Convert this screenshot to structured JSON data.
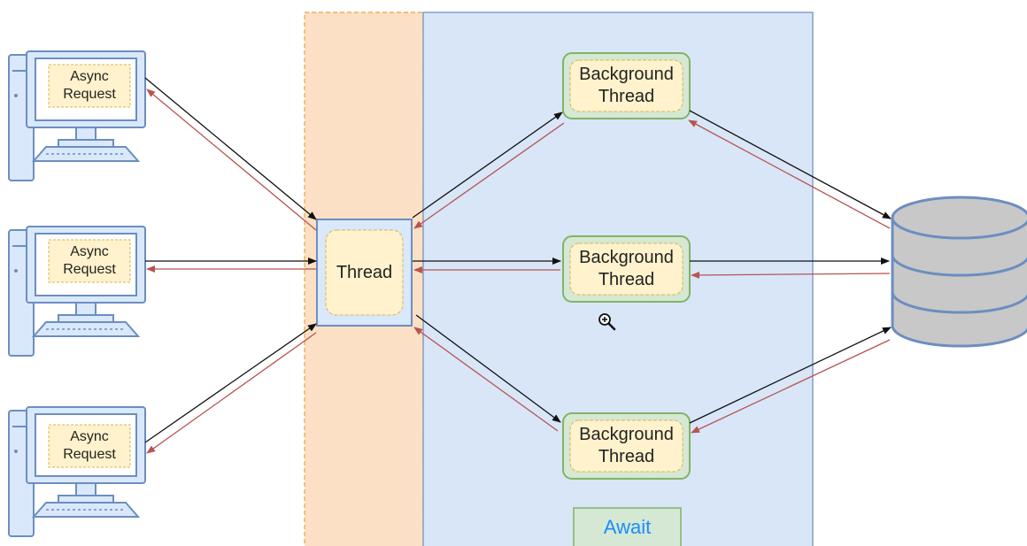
{
  "labels": {
    "async_request": "Async\nRequest",
    "thread": "Thread",
    "background_thread": "Background\nThread",
    "await": "Await"
  },
  "icons": {
    "client": "desktop-computer-icon",
    "database": "database-cylinder-icon",
    "cursor": "zoom-in-cursor-icon"
  },
  "colors": {
    "thread_band_fill": "#fbe0c6",
    "thread_band_border": "#e8a33a",
    "await_panel_fill": "#d8e6f8",
    "await_panel_border": "#6c8ebf",
    "request_arrow": "#111111",
    "response_arrow": "#b85450",
    "node_green_fill": "#d5e8d4",
    "node_green_border": "#82b366",
    "label_yellow_fill": "#fff2cc",
    "label_yellow_border": "#d6b656",
    "computer_fill": "#dae8fc",
    "computer_border": "#6c8ebf",
    "database_fill": "#c8c8c8",
    "database_border": "#6c8ebf",
    "await_text": "#1a8cff"
  }
}
